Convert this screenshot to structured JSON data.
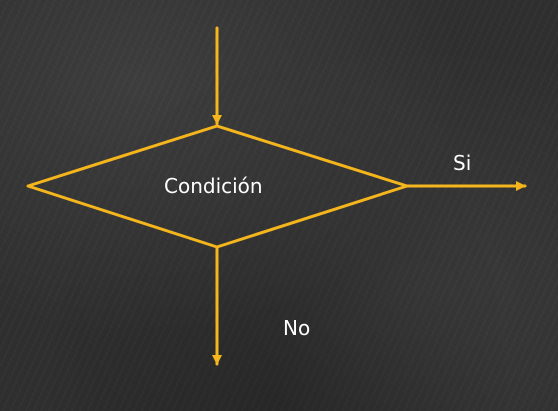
{
  "diagram": {
    "decision_text": "Condición",
    "yes_text": "Si",
    "no_text": "No"
  },
  "colors": {
    "background": "#2f2f2f",
    "stroke": "#f5b51c",
    "text": "#ffffff"
  }
}
